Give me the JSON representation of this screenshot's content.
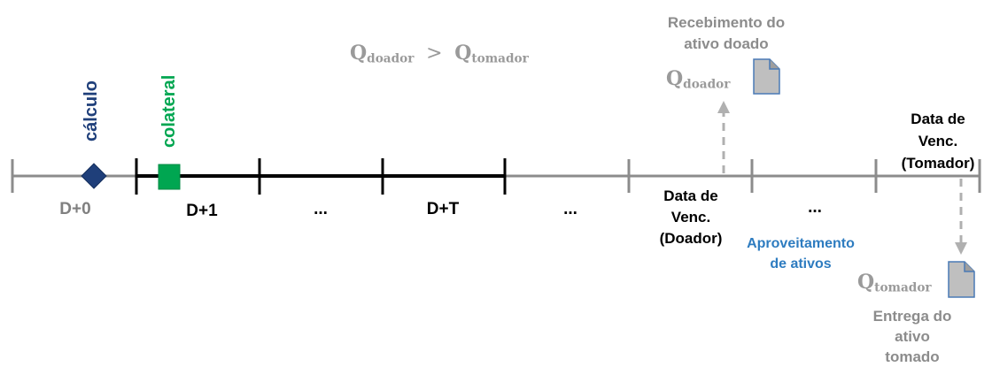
{
  "colors": {
    "axis_gray": "#8c8c8c",
    "axis_black": "#000000",
    "calculo_blue": "#1f3f7a",
    "colateral_green": "#00a651",
    "label_gray": "#808080",
    "accent_blue": "#2e7cc0",
    "doc_fill": "#bfbfbf",
    "doc_stroke": "#4a7ab5",
    "arrow_gray": "#b0b0b0"
  },
  "markers": {
    "calculo": "cálculo",
    "colateral": "colateral"
  },
  "ticks": {
    "d0": "D+0",
    "d1": "D+1",
    "dots1": "...",
    "dT": "D+T",
    "dots2": "...",
    "dots3": "..."
  },
  "equation": {
    "q_left": "Q",
    "sub_left": "doador",
    "op": ">",
    "q_right": "Q",
    "sub_right": "tomador"
  },
  "doador": {
    "receipt_line1": "Recebimento do",
    "receipt_line2": "ativo doado",
    "q": "Q",
    "sub": "doador",
    "date_line1": "Data de",
    "date_line2": "Venc.",
    "date_line3": "(Doador)"
  },
  "aproveitamento": {
    "line1": "Aproveitamento",
    "line2": "de ativos"
  },
  "tomador": {
    "date_line1": "Data de",
    "date_line2": "Venc.",
    "date_line3": "(Tomador)",
    "q": "Q",
    "sub": "tomador",
    "delivery_line1": "Entrega do",
    "delivery_line2": "ativo",
    "delivery_line3": "tomado"
  }
}
